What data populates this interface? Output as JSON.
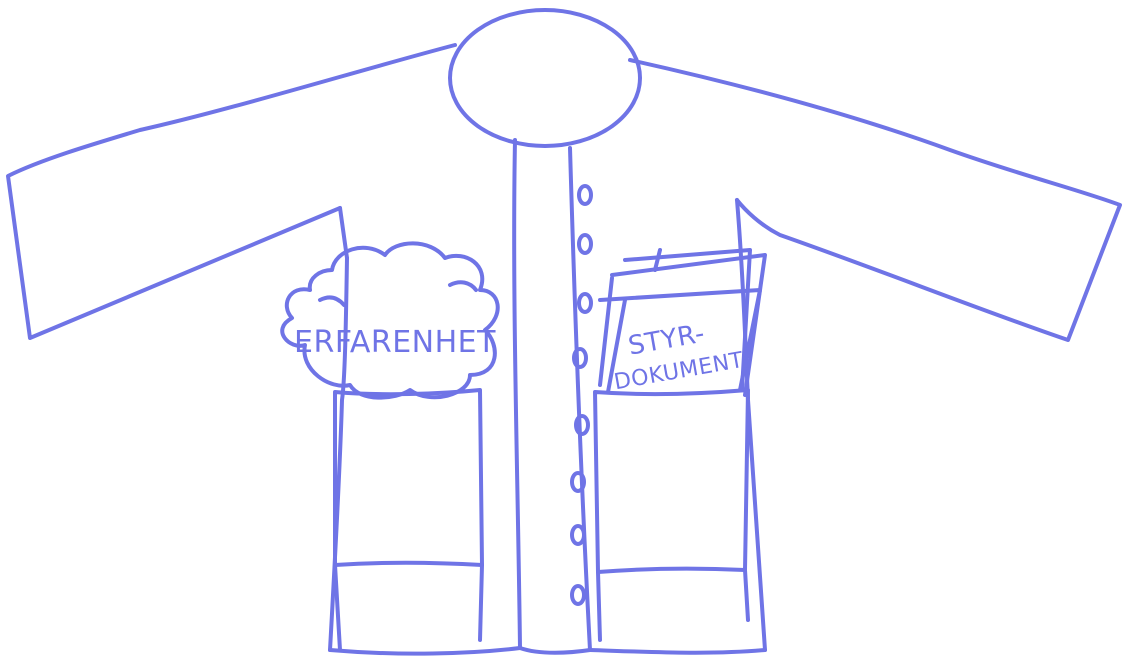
{
  "illustration": {
    "stroke_color": "#6f74e6",
    "background_color": "#ffffff",
    "left_pocket": {
      "text": "ERFARENHET",
      "icon": "cloud-icon"
    },
    "right_pocket": {
      "line1": "STYR-",
      "line2": "DOKUMENT",
      "icon": "documents-icon"
    },
    "button_icon": "button-icon"
  }
}
